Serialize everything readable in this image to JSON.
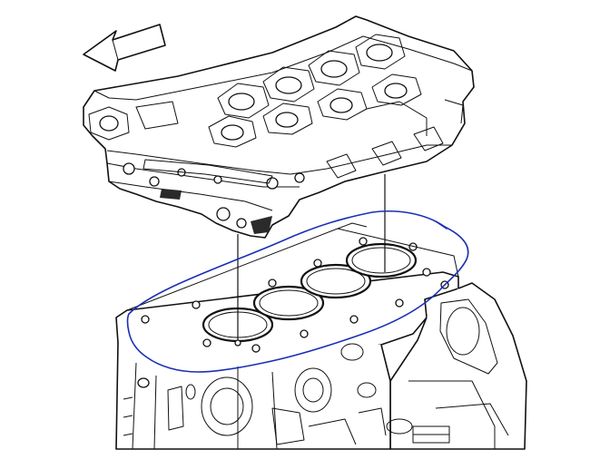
{
  "diagram": {
    "components": [
      {
        "id": "cylinder-head",
        "kind": "head",
        "cam_lobes": 4
      },
      {
        "id": "head-gasket",
        "kind": "gasket",
        "bores": 4
      },
      {
        "id": "engine-block",
        "kind": "block",
        "bores": 4
      }
    ],
    "direction_arrow": {
      "points": "front-left"
    },
    "alignment_lines": 2,
    "annotation": {
      "shape": "hand-drawn outline around gasket",
      "color": "#1a2fb5"
    }
  },
  "colors": {
    "line": "#111111",
    "background": "#ffffff",
    "annotation": "#1a2fb5"
  }
}
